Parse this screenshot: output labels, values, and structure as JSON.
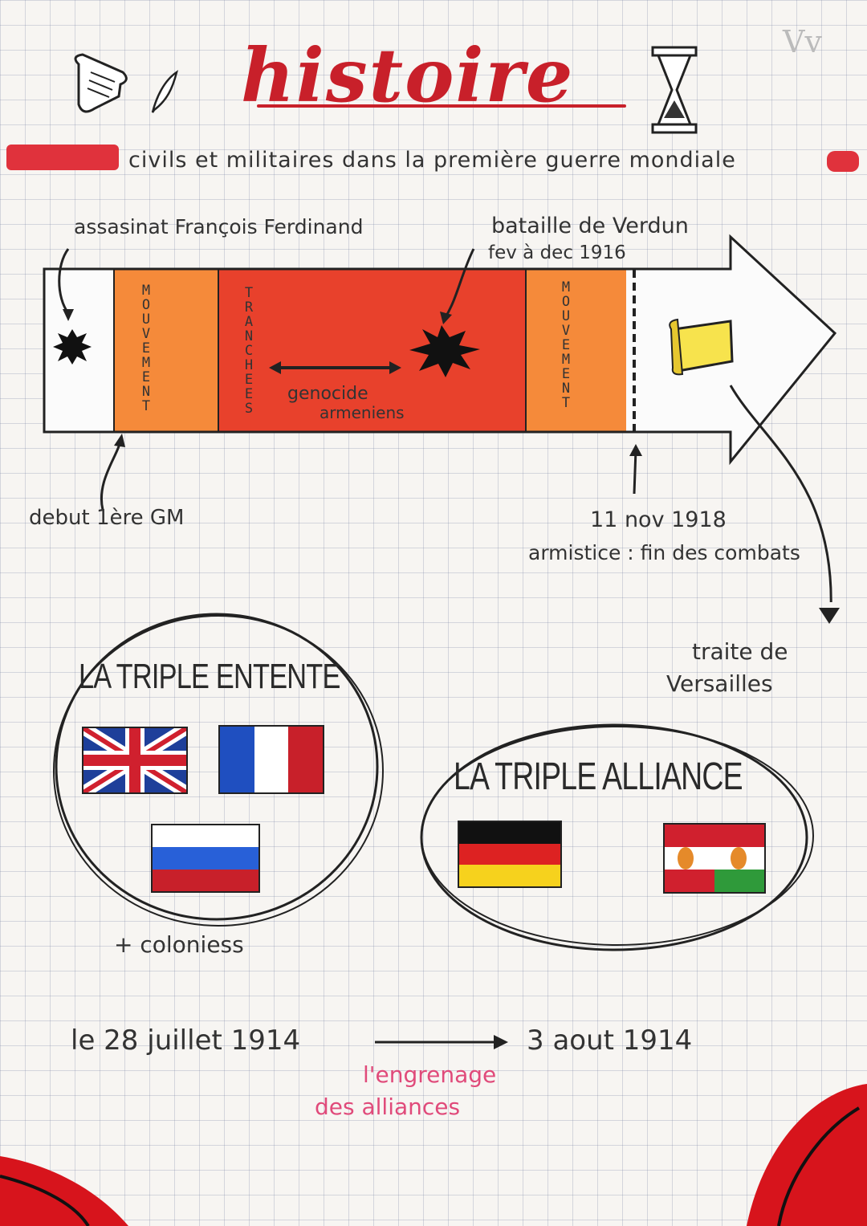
{
  "header": {
    "title": "histoire",
    "subtitle": "civils et militaires dans la première guerre mondiale",
    "check": "Vv",
    "icons": [
      "scroll-icon",
      "feather-icon",
      "hourglass-icon"
    ]
  },
  "timeline": {
    "top_left_note": "assasinat François Ferdinand",
    "top_right_note_1": "bataille de Verdun",
    "top_right_note_2": "fev à dec 1916",
    "segment_mouvement_1": "MOUVEMENT",
    "segment_tranchees": "TRANCHEES",
    "segment_mouvement_2": "MOUVEMENT",
    "genocide_1": "genocide",
    "genocide_2": "armeniens",
    "bottom_left_note": "debut 1ère GM",
    "bottom_right_date": "11 nov 1918",
    "bottom_right_note": "armistice : fin des combats",
    "far_right_note_1": "traite de",
    "far_right_note_2": "Versailles"
  },
  "alliances": {
    "entente_title": "LA TRIPLE ENTENTE",
    "entente_extra": "+ coloniess",
    "alliance_title": "LA TRIPLE ALLIANCE"
  },
  "footer": {
    "start_date": "le 28 juillet 1914",
    "end_date": "3 aout 1914",
    "caption_1": "l'engrenage",
    "caption_2": "des alliances"
  },
  "colors": {
    "title_red": "#c8202a",
    "timeline_orange": "#f47a2a",
    "timeline_red": "#e8412c"
  }
}
